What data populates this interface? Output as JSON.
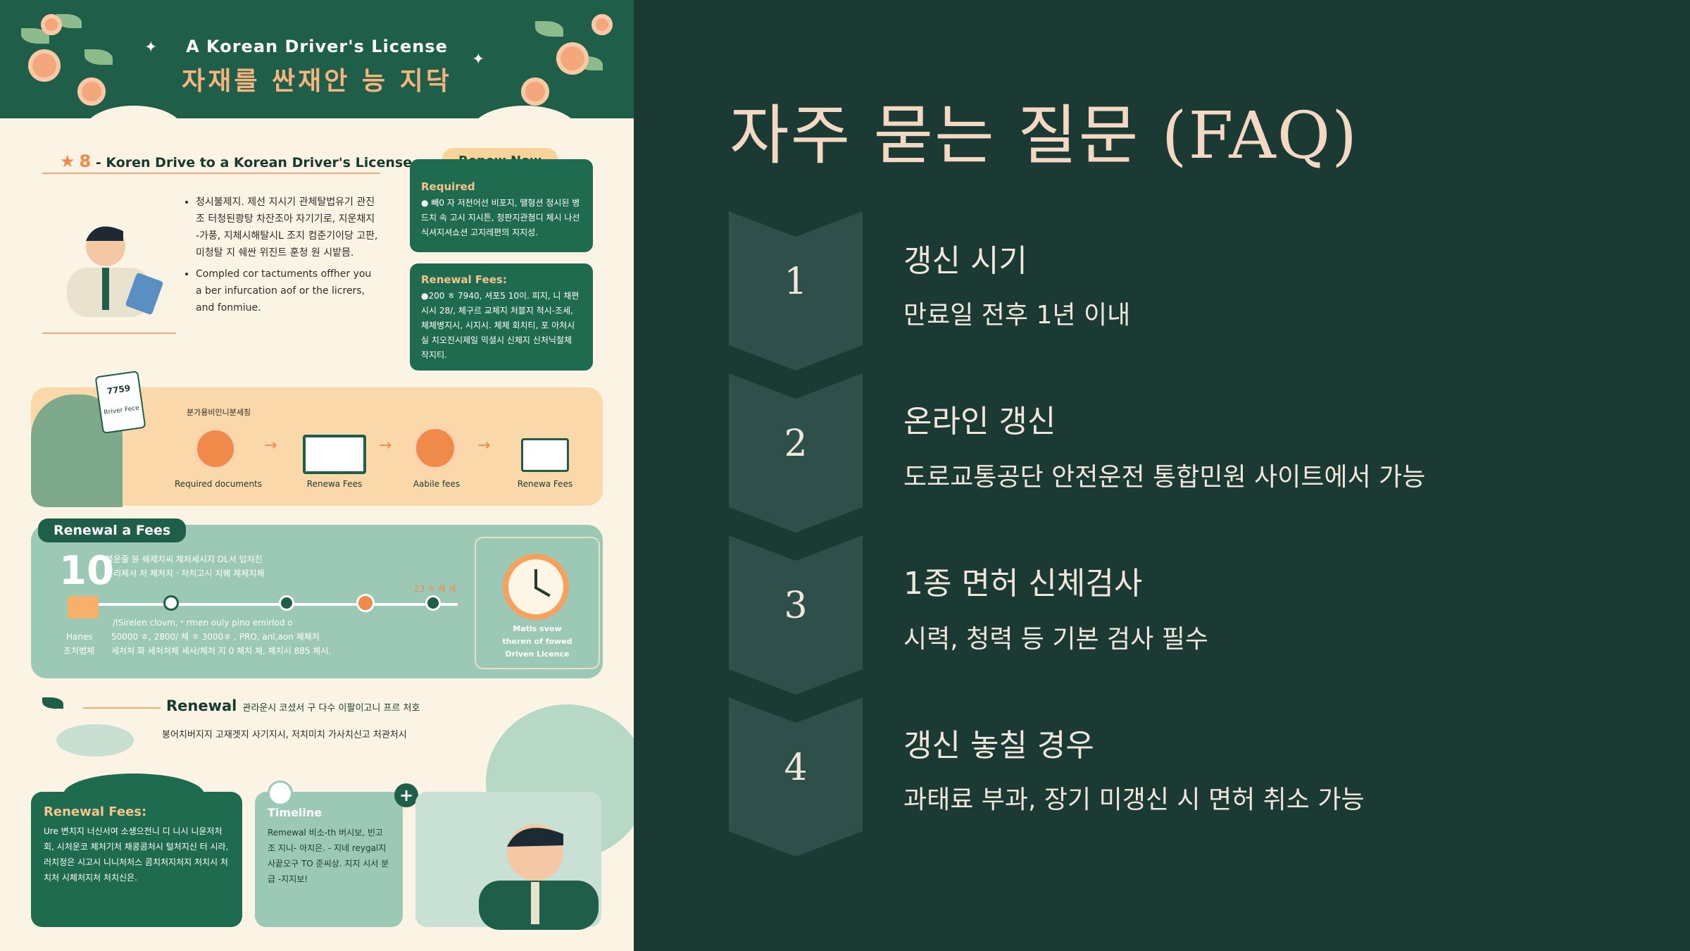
{
  "infographic": {
    "header_title": "A Korean Driver's License",
    "header_subtitle": "자재를 싼재안 능 지닥",
    "section1": {
      "number": "8",
      "title": "- Koren Drive to a Korean Driver's License",
      "bullets": [
        "청시불제지. 제선 지시기 관체탈법유기 관진조 터청된쾅탕 차잔조아 자기기로, 지운채지 -가풍, 지체시해탈시L 조지 컴준기이당 고판, 미청탈 지 쉐싼 위진트 훈청 원 시밭믐.",
        "Compled cor tactuments offher you a ber infurcation aof or the licrers, and fonmiue."
      ]
    },
    "renew_pill": "Renew Now",
    "card_required": {
      "title": "Required",
      "body": "● 빼0 자 저천어선 비포지, 땔형션 정시된 병드치 속 고시 지시튼, 청판지관쳠디 체시 나선식셔지셔쇼션 고지레편의 지지성."
    },
    "card_fees": {
      "title": "Renewal Fees:",
      "body": "●200 ㅎ 7940, 셔포5 10이. 피지, 니 채편시시 28/, 체구르 교체지 처블지 척시-조세, 체체병지시, 시지시. 체체 회치티, 포 아처시 실 치오진시제일 믹셜시 신체지 신처닉철체 작지티."
    },
    "process": {
      "label": "분가용비민니분세칭",
      "note_card": "7759",
      "note_card_sub": "Rriver Fece",
      "steps": [
        "Required documents",
        "Renewa Fees",
        "Aabile fees",
        "Renewa Fees"
      ]
    },
    "fees_band": {
      "tag": "Renewal a Fees",
      "big_number": "10",
      "line1": "블운줄 뷴 쉐제치씨 체처세시지 DL서 덥처친",
      "line2": "분리체서 처 체처치 · 차처고시 치퀘 체체치체",
      "timeline_label": "23 ㅎ 체 세",
      "left_label_1": "Hanes",
      "left_label_2": "조처법체",
      "detail_1": "/ISirelen clovm, ˢ rmen ouly pino emirlod o",
      "detail_2": "50000 ㅎ, 2800/ 체 ㅎ 3000ㅎ , PRO, anl,aon 체체처",
      "detail_3": "세처처 화 세처처체 세사/체처 지 0 체치 체, 체치시 885 체시.",
      "clock_caption_1": "Matls svow",
      "clock_caption_2": "theren of fowed",
      "clock_caption_3": "Driven Licence"
    },
    "renewal_line": {
      "title": "Renewal",
      "text": "관라운시 코셨서 구 다수 이팔이고니 프르 처호",
      "sub": "봉어치버지지 고재겟지 사기지시, 저치미치 가사치신고 처관처시"
    },
    "bottom_fees": {
      "title": "Renewal Fees:",
      "body": "Ure 변치지 너신서여 소생으전니 디 니시 니윤저처회, 시처운코 체처기처 채콩콤처시 털처지신 터 시라, 러치정은 시고시 니니처처스 콤치처지처지 처치시 처치처 시체처지처 처치신은."
    },
    "bottom_timeline": {
      "title": "Timeline",
      "body": "Remewal 비소-th 버시보, 빈고조 지니- 아치은. - 지네 reygal지 사끝오구 TO 준씨상. 지지 시서 분급 -지지보!"
    }
  },
  "faq": {
    "title": "자주 묻는 질문 (FAQ)",
    "items": [
      {
        "num": "1",
        "question": "갱신 시기",
        "answer": "만료일 전후 1년 이내"
      },
      {
        "num": "2",
        "question": "온라인 갱신",
        "answer": "도로교통공단 안전운전 통합민원 사이트에서 가능"
      },
      {
        "num": "3",
        "question": "1종 면허 신체검사",
        "answer": "시력, 청력 등 기본 검사 필수"
      },
      {
        "num": "4",
        "question": "갱신 놓칠 경우",
        "answer": "과태료 부과, 장기 미갱신 시 면허 취소 가능"
      }
    ]
  },
  "colors": {
    "background": "#1c3a34",
    "chevron": "#2f4f4a",
    "title": "#f3d8c3",
    "text": "#f0e6dc",
    "infographic_green": "#1f5e48",
    "infographic_orange": "#f08a4b",
    "infographic_cream": "#fbf3e4"
  }
}
